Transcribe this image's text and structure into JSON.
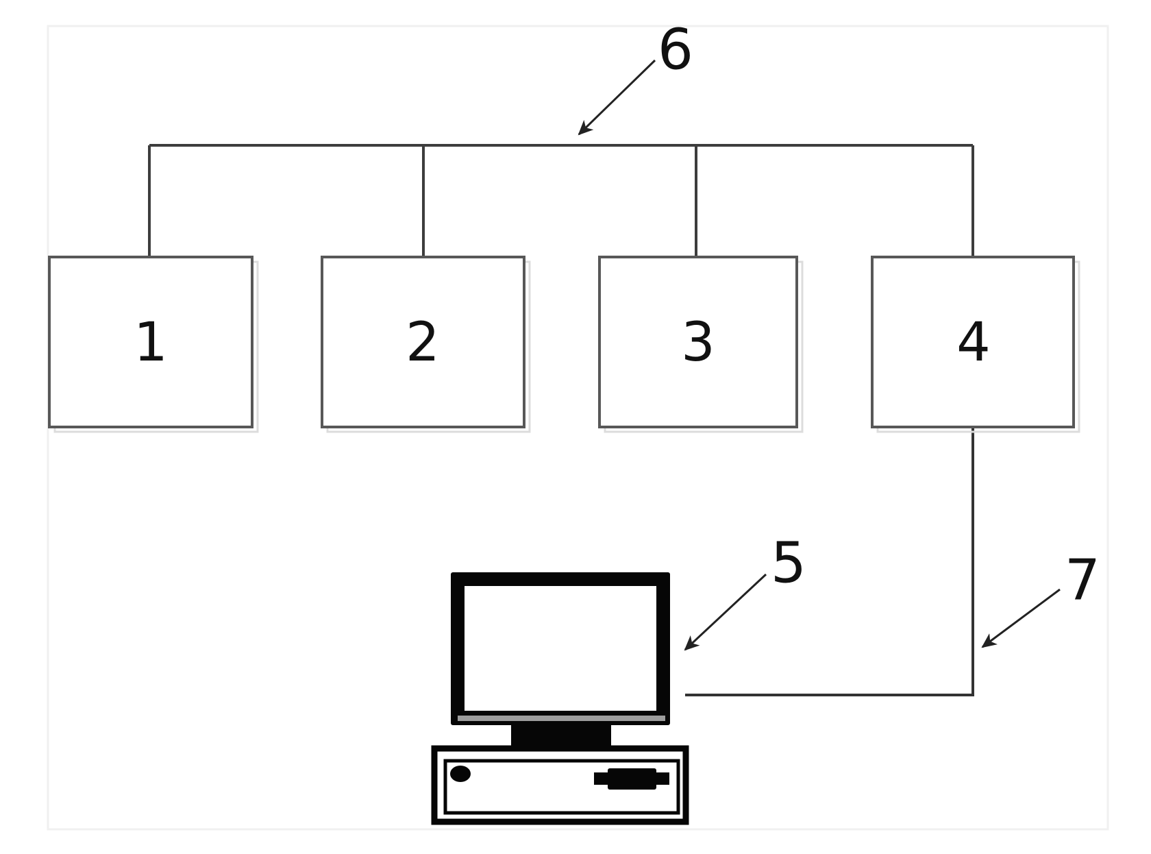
{
  "diagram": {
    "boxes": [
      {
        "label": "1"
      },
      {
        "label": "2"
      },
      {
        "label": "3"
      },
      {
        "label": "4"
      }
    ],
    "annotations": {
      "bus_label": "6",
      "computer_label": "5",
      "cable_label": "7"
    },
    "icons": [
      "computer-icon",
      "monitor-icon",
      "power-button-icon",
      "disk-drive-icon",
      "arrow-icon"
    ],
    "colors": {
      "background": "#ffffff",
      "page_frame": "#f0f0f0",
      "bus_line": "#3d3d3d",
      "box_border": "#585858",
      "box_shadow": "#dcdcdc",
      "callout": "#222222",
      "text": "#111111",
      "monitor_ink": "#060606",
      "monitor_strip": "#9c9c9c"
    }
  }
}
